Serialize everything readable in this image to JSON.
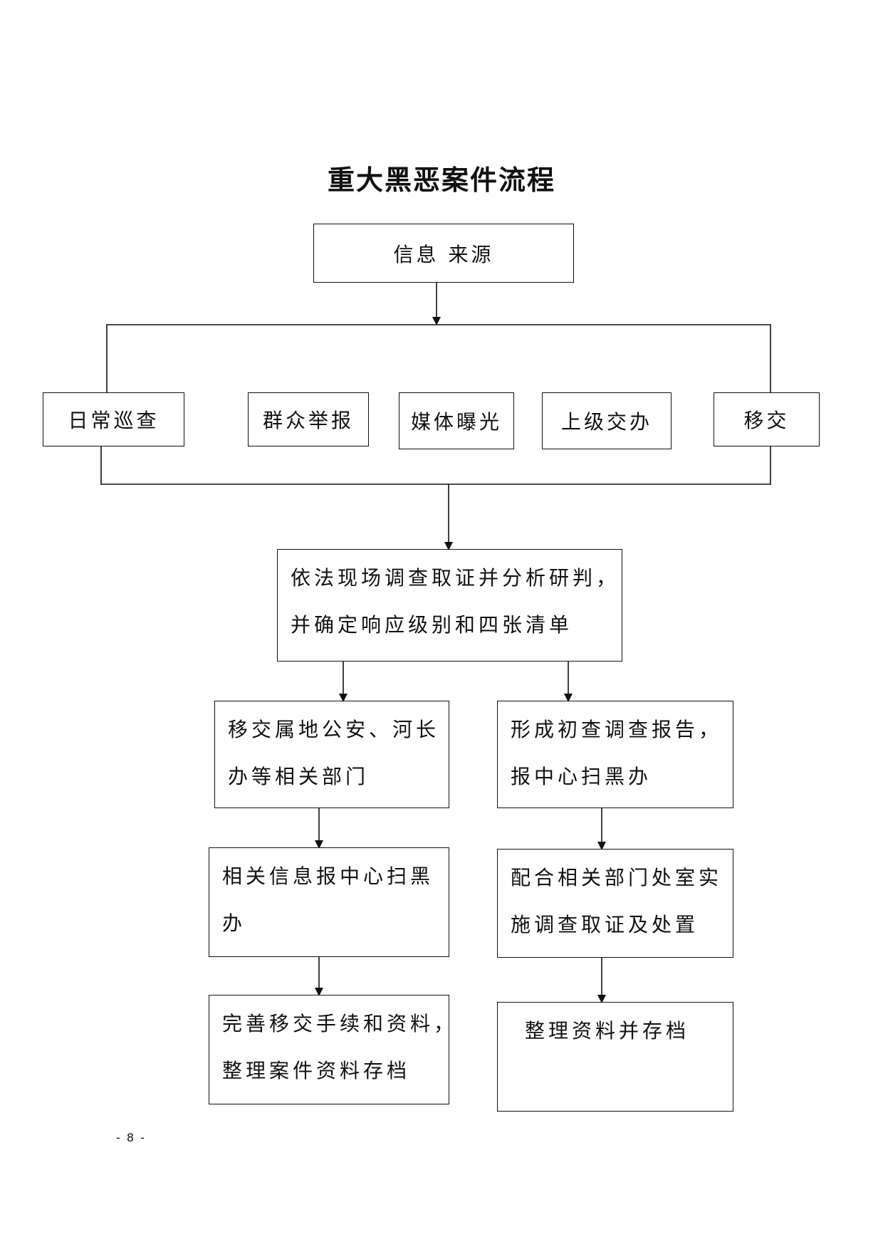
{
  "title": "重大黑恶案件流程",
  "nodes": {
    "source": "信息 来源",
    "patrol": "日常巡查",
    "report": "群众举报",
    "media": "媒体曝光",
    "superior": "上级交办",
    "transfer": "移交",
    "investigate": [
      "依法现场调查取证并分析研判，",
      "并确定响应级别和四张清单"
    ],
    "left_1": [
      "移交属地公安、河长",
      "办等相关部门"
    ],
    "left_2": [
      "相关信息报中心扫黑",
      "办"
    ],
    "left_3": [
      "完善移交手续和资料，",
      "整理案件资料存档"
    ],
    "right_1": [
      "形成初查调查报告，",
      "报中心扫黑办"
    ],
    "right_2": [
      "配合相关部门处室实",
      "施调查取证及处置"
    ],
    "right_3": [
      "整理资料并存档"
    ]
  },
  "page_number": "- 8 -"
}
